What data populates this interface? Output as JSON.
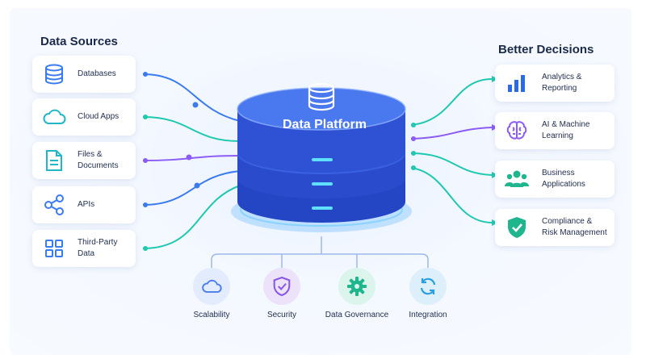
{
  "left_title": "Data Sources",
  "right_title": "Better Decisions",
  "platform_label": "Data Platform",
  "sources": [
    {
      "label": "Databases",
      "icon": "database-icon"
    },
    {
      "label": "Cloud Apps",
      "icon": "cloud-icon"
    },
    {
      "label": "Files &\nDocuments",
      "icon": "document-icon"
    },
    {
      "label": "APIs",
      "icon": "share-nodes-icon"
    },
    {
      "label": "Third-Party\nData",
      "icon": "grid-icon"
    }
  ],
  "outcomes": [
    {
      "label": "Analytics &\nReporting",
      "icon": "bar-chart-icon"
    },
    {
      "label": "AI & Machine\nLearning",
      "icon": "brain-icon"
    },
    {
      "label": "Business\nApplications",
      "icon": "users-icon"
    },
    {
      "label": "Compliance &\nRisk Management",
      "icon": "shield-check-icon"
    }
  ],
  "capabilities": [
    {
      "label": "Scalability",
      "icon": "cloud-icon",
      "color": "#4a7cf0",
      "bg": "#e3ecfd"
    },
    {
      "label": "Security",
      "icon": "shield-icon",
      "color": "#8a56e8",
      "bg": "#ece3fb"
    },
    {
      "label": "Data Governance",
      "icon": "gear-icon",
      "color": "#1fb58d",
      "bg": "#dcf5ec"
    },
    {
      "label": "Integration",
      "icon": "sync-icon",
      "color": "#2a9fe0",
      "bg": "#ddeffb"
    }
  ],
  "colors": {
    "blue": "#3a7bf0",
    "teal": "#1fc8b0",
    "purple": "#8b5cf6",
    "platform": "#2f56d8"
  }
}
